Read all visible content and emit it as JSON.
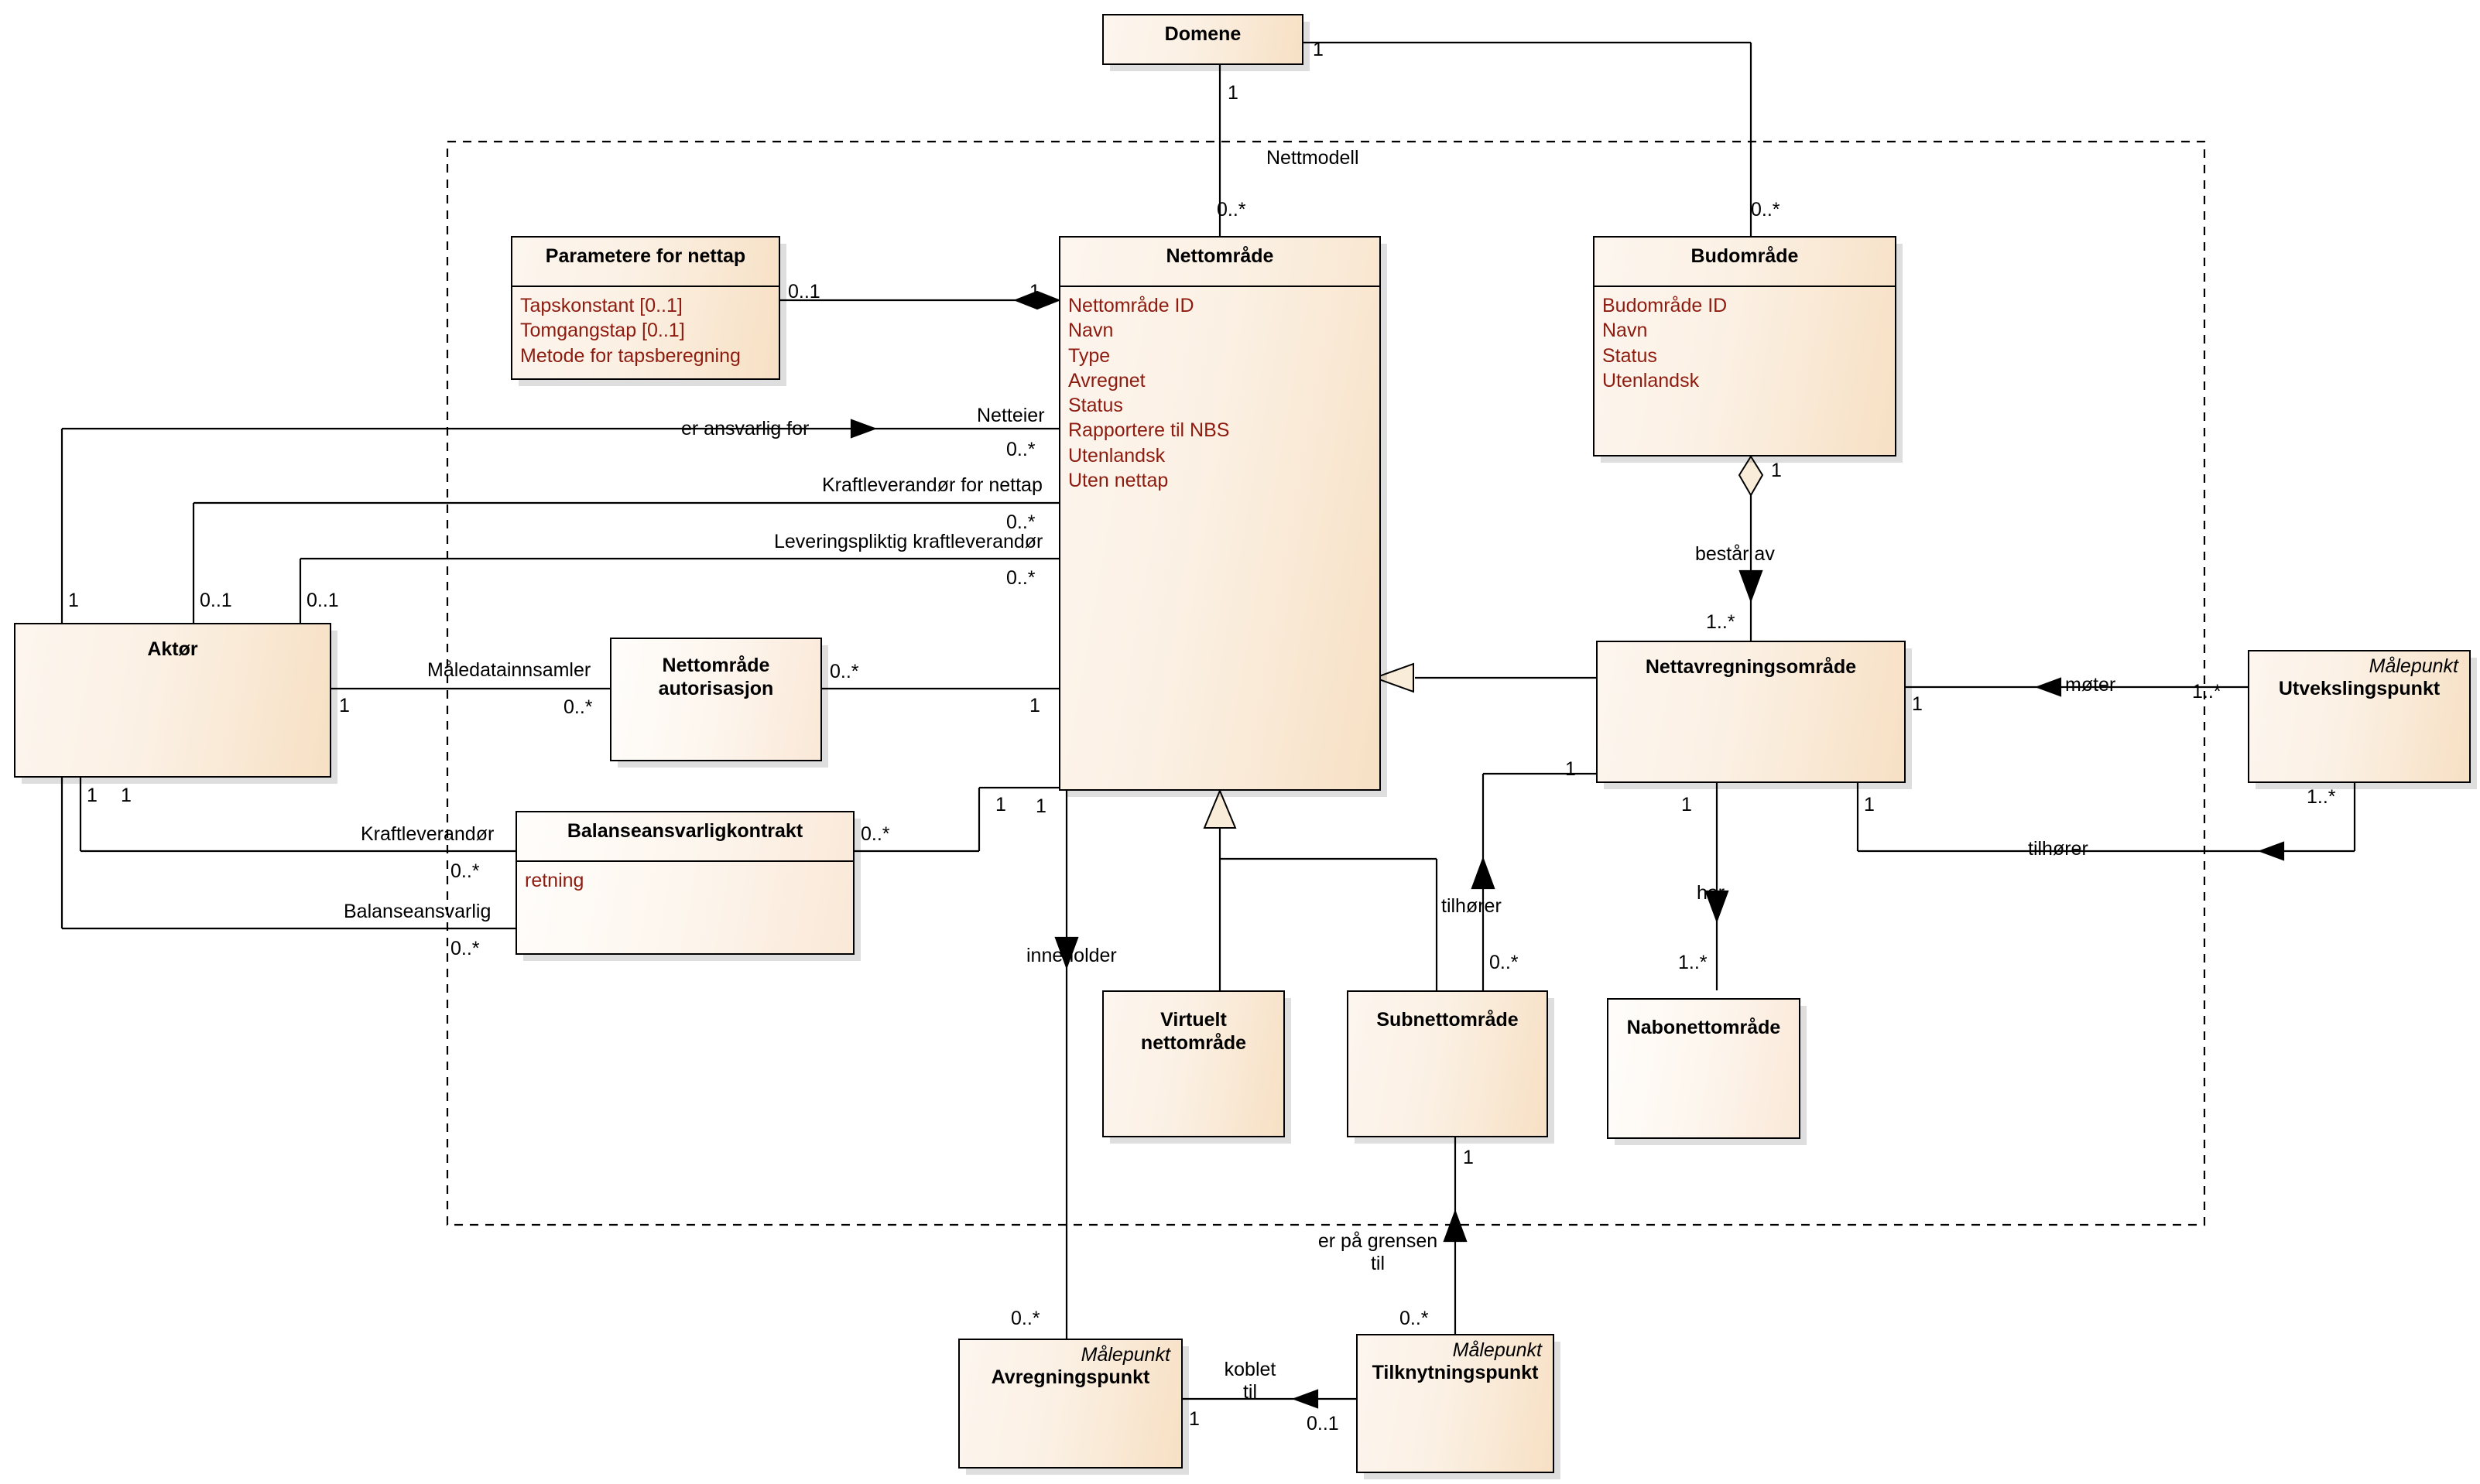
{
  "diagram": {
    "type": "uml-class-diagram",
    "package_frame_label": "",
    "colors": {
      "class_fill_light": "#fdf6ef",
      "class_fill_dark": "#f7e0c4",
      "attribute_text": "#8d1b0f",
      "line": "#000000",
      "background": "#ffffff"
    }
  },
  "classes": {
    "domene": {
      "name": "Domene",
      "stereotype": "",
      "attributes": []
    },
    "parametere": {
      "name": "Parametere for nettap",
      "stereotype": "",
      "attributes": [
        "Tapskonstant [0..1]",
        "Tomgangstap [0..1]",
        "Metode for tapsberegning"
      ]
    },
    "nettomrade": {
      "name": "Nettområde",
      "stereotype": "",
      "attributes": [
        "Nettområde ID",
        "Navn",
        "Type",
        "Avregnet",
        "Status",
        "Rapportere til NBS",
        "Utenlandsk",
        "Uten nettap"
      ]
    },
    "budomrade": {
      "name": "Budområde",
      "stereotype": "",
      "attributes": [
        "Budområde ID",
        "Navn",
        "Status",
        "Utenlandsk"
      ]
    },
    "aktor": {
      "name": "Aktør",
      "stereotype": "",
      "attributes": []
    },
    "nettomrade_aut": {
      "name": "Nettområde\nautorisasjon",
      "name_line1": "Nettområde",
      "name_line2": "autorisasjon",
      "stereotype": "",
      "attributes": []
    },
    "balansekontrakt": {
      "name": "Balanseansvarligkontrakt",
      "stereotype": "",
      "attributes": [
        "retning"
      ]
    },
    "nettavregning": {
      "name": "Nettavregningsområde",
      "stereotype": "",
      "attributes": []
    },
    "utvekslingspunkt": {
      "name": "Utvekslingspunkt",
      "stereotype": "Målepunkt",
      "attributes": []
    },
    "virtuelt": {
      "name": "Virtuelt\nnettområde",
      "name_line1": "Virtuelt",
      "name_line2": "nettområde",
      "stereotype": "",
      "attributes": []
    },
    "subnettomrade": {
      "name": "Subnettområde",
      "stereotype": "",
      "attributes": []
    },
    "nabonettomrade": {
      "name": "Nabonettområde",
      "stereotype": "",
      "attributes": []
    },
    "avregningspunkt": {
      "name": "Avregningspunkt",
      "stereotype": "Målepunkt",
      "attributes": []
    },
    "tilknytningspunkt": {
      "name": "Tilknytningspunkt",
      "stereotype": "Målepunkt",
      "attributes": []
    }
  },
  "association_labels": {
    "nettmodell": "Nettmodell",
    "er_ansvarlig_for": "er ansvarlig for",
    "netteier": "Netteier",
    "kraftleverandor_for_nettap": "Kraftleverandør for nettap",
    "leveringspliktig": "Leveringspliktig kraftleverandør",
    "maledatainnsamler": "Måledatainnsamler",
    "kraftleverandor": "Kraftleverandør",
    "balanseansvarlig": "Balanseansvarlig",
    "bestar_av": "består av",
    "moter": "møter",
    "tilhorer_right": "tilhører",
    "tilhorer_mid": "tilhører",
    "har": "har",
    "inneholder": "inneholder",
    "er_pa_grensen_til_line1": "er på grensen",
    "er_pa_grensen_til_line2": "til",
    "koblet_line1": "koblet",
    "koblet_line2": "til"
  },
  "multiplicities": {
    "domene_left": "1",
    "domene_bottom": "1",
    "nettomrade_top": "0..*",
    "budomrade_top": "0..*",
    "parametere_right": "0..1",
    "nettomrade_left_param": "1",
    "netteier_mult": "0..*",
    "kraftlev_nettap_mult": "0..*",
    "leveringspliktig_mult": "0..*",
    "aktor_netteier": "1",
    "aktor_kraftlev_nettap": "0..1",
    "aktor_leveringspliktig": "0..1",
    "aktor_maledata": "1",
    "aut_left": "0..*",
    "aut_right": "0..*",
    "nettomrade_aut_mult": "1",
    "aktor_kraftlev": "1",
    "aktor_balanse": "1",
    "kraftlev_kontrakt": "0..*",
    "balanse_kontrakt": "0..*",
    "kontrakt_right": "0..*",
    "nettomrade_kontrakt": "1",
    "budomrade_bestar": "1",
    "nettavregning_top": "1..*",
    "nettavregning_right_moter": "1",
    "utveksling_left": "1..*",
    "utveksling_bottom": "1..*",
    "nettavregning_tilhorer_bot": "1",
    "nettavregning_har_bot": "1",
    "tilhorer_sub": "0..*",
    "har_nabo": "1..*",
    "nettomrade_inneholder": "1",
    "avregningspunkt_top": "0..*",
    "tilknytningspunkt_top": "0..*",
    "subnettomrade_bottom": "1",
    "avregning_koblet": "1",
    "tilknytning_koblet": "0..1"
  }
}
